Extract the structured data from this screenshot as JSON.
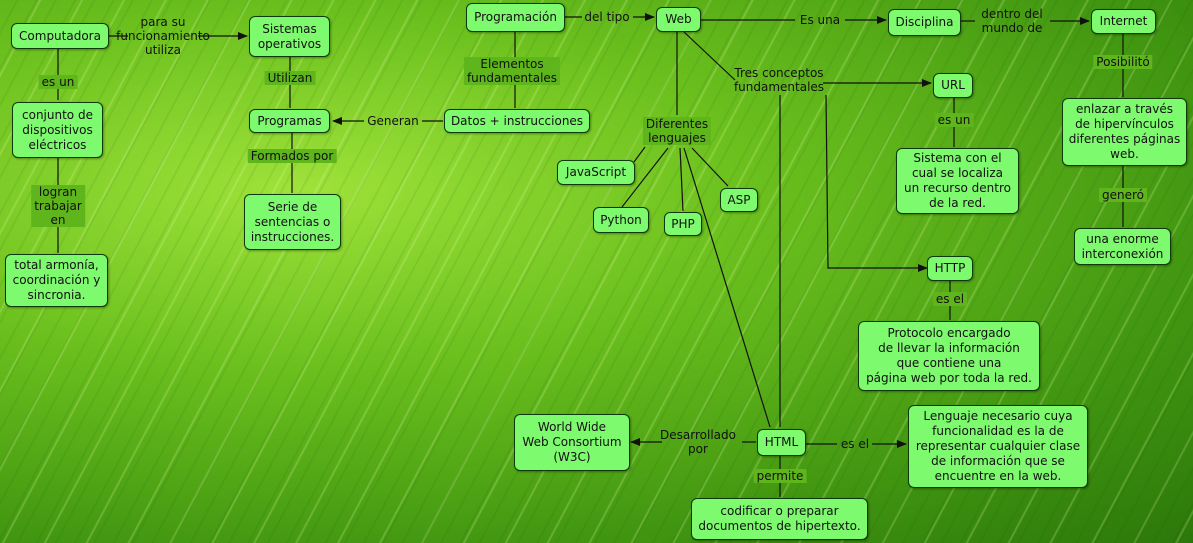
{
  "nodes": {
    "computadora": "Computadora",
    "sistemas_operativos": "Sistemas\noperativos",
    "programacion": "Programación",
    "web": "Web",
    "disciplina": "Disciplina",
    "internet": "Internet",
    "conjunto": "conjunto de\ndispositivos\neléctricos",
    "programas": "Programas",
    "datos": "Datos + instrucciones",
    "url": "URL",
    "enlazar": "enlazar a través\nde hipervínculos\ndiferentes páginas\nweb.",
    "javascript": "JavaScript",
    "python": "Python",
    "php": "PHP",
    "asp": "ASP",
    "serie": "Serie de\nsentencias o\ninstrucciones.",
    "sistema_recurso": "Sistema con el\ncual se localiza\nun recurso dentro\nde la red.",
    "interconexion": "una enorme\ninterconexión",
    "total": "total armonía,\ncoordinación y\nsincronia.",
    "http": "HTTP",
    "protocolo": "Protocolo encargado\nde llevar la información\nque contiene una\npágina web por toda la red.",
    "w3c": "World Wide\nWeb Consortium\n(W3C)",
    "html": "HTML",
    "lenguaje": "Lenguaje necesario cuya\nfuncionalidad es la de\nrepresentar cualquier clase\nde información que se\nencuentre en la web.",
    "codificar": "codificar o preparar\ndocumentos de hipertexto."
  },
  "links": {
    "para_su": "para su\nfuncionamiento\nutiliza",
    "del_tipo": "del tipo",
    "es_una": "Es una",
    "dentro_del": "dentro del\nmundo de",
    "es_un_1": "es un",
    "utilizan": "Utilizan",
    "elementos": "Elementos\nfundamentales",
    "tres_conceptos": "Tres conceptos\nfundamentales",
    "posibilito": "Posibilitó",
    "generan": "Generan",
    "diferentes_lenguajes": "Diferentes\nlenguajes",
    "es_un_2": "es un",
    "formados_por": "Formados por",
    "logran": "logran\ntrabajar\nen",
    "genero": "generó",
    "es_el_1": "es el",
    "desarrollado": "Desarrollado\npor",
    "es_el_2": "es el",
    "permite": "permite"
  },
  "colors": {
    "node_fill": "#7dfa6e",
    "node_border": "#0d3a0d",
    "line": "#111111"
  }
}
